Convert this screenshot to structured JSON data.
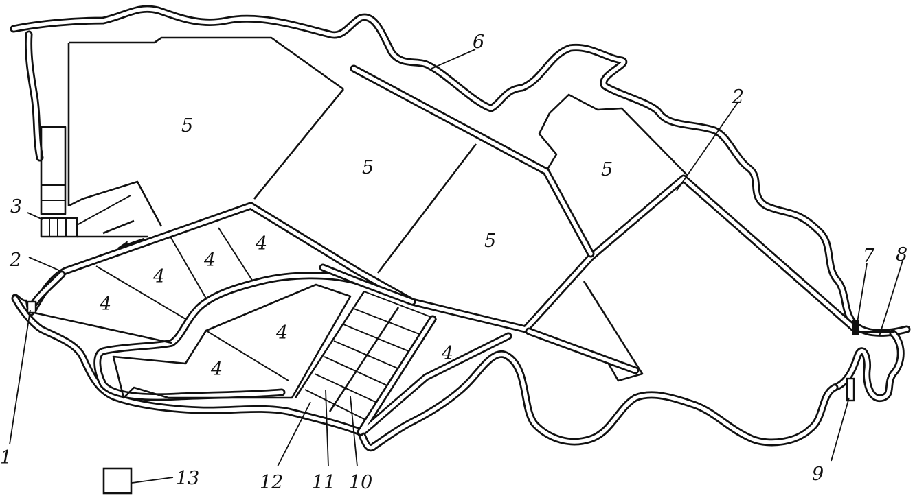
{
  "labels": {
    "field_5_a": "5",
    "field_5_b": "5",
    "field_5_c": "5",
    "field_5_d": "5",
    "field_4_a": "4",
    "field_4_b": "4",
    "field_4_c": "4",
    "field_4_d": "4",
    "field_4_e": "4",
    "field_4_f": "4",
    "field_4_g": "4",
    "callout_1": "1",
    "callout_2_left": "2",
    "callout_2_right": "2",
    "callout_3": "3",
    "callout_6": "6",
    "callout_7": "7",
    "callout_8": "8",
    "callout_9": "9",
    "callout_10": "10",
    "callout_11": "11",
    "callout_12": "12",
    "callout_13": "13"
  },
  "colors": {
    "ink": "#111111",
    "paper": "#ffffff"
  }
}
